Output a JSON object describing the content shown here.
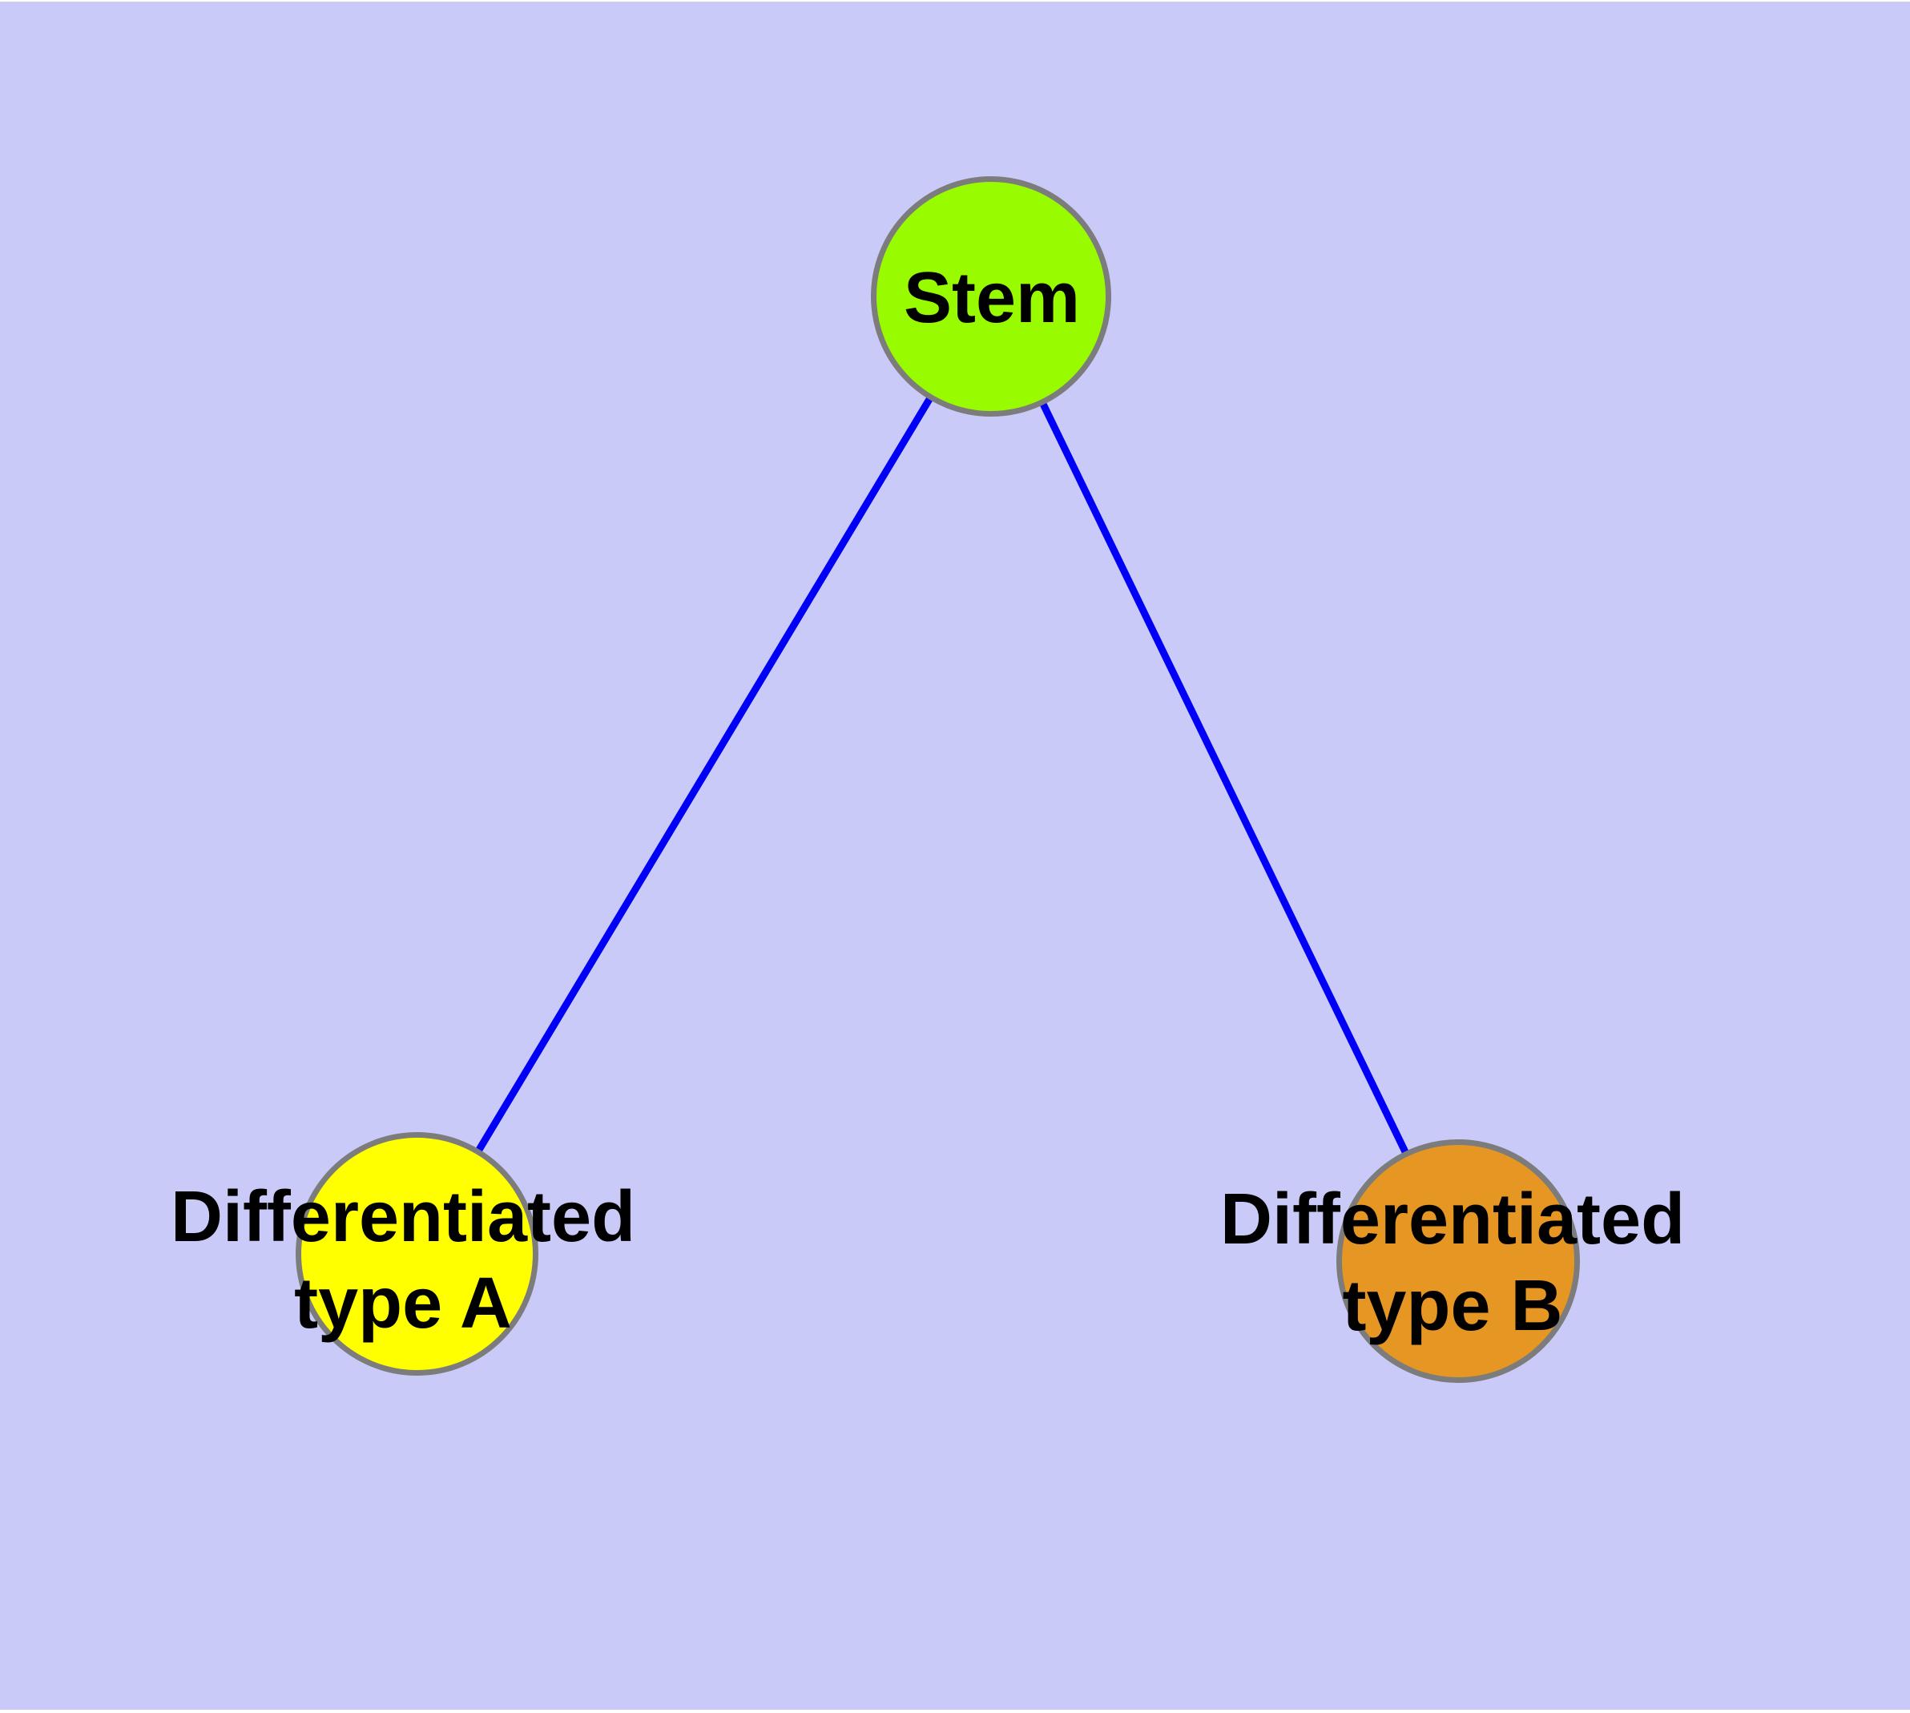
{
  "diagram": {
    "type": "node-link-graph",
    "canvas_background": "#cacaf8",
    "page_background": "#ffffff",
    "edge_color": "#0000f8",
    "node_border_color": "#7c7c7c",
    "label_color": "#000000",
    "nodes": [
      {
        "id": "stem",
        "label": "Stem",
        "label_lines": [
          "Stem"
        ],
        "fill": "#99fb00"
      },
      {
        "id": "type-a",
        "label": "Differentiated type A",
        "label_lines": [
          "Differentiated",
          "type A"
        ],
        "fill": "#ffff00"
      },
      {
        "id": "type-b",
        "label": "Differentiated type B",
        "label_lines": [
          "Differentiated",
          "type B"
        ],
        "fill": "#e69623"
      }
    ],
    "edges": [
      {
        "from": "stem",
        "to": "type-a"
      },
      {
        "from": "stem",
        "to": "type-b"
      }
    ]
  }
}
